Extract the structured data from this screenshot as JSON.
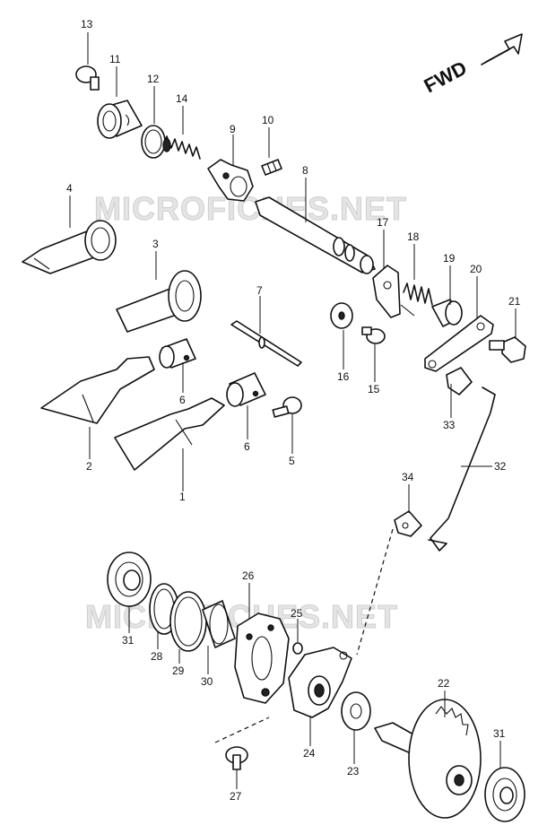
{
  "direction": {
    "text": "FWD"
  },
  "watermarks": [
    "MICROFICHES.NET",
    "MICROFICHES.NET"
  ],
  "callouts": [
    {
      "id": "c1",
      "label": "1"
    },
    {
      "id": "c2",
      "label": "2"
    },
    {
      "id": "c3",
      "label": "3"
    },
    {
      "id": "c4",
      "label": "4"
    },
    {
      "id": "c5",
      "label": "5"
    },
    {
      "id": "c6a",
      "label": "6"
    },
    {
      "id": "c6b",
      "label": "6"
    },
    {
      "id": "c7",
      "label": "7"
    },
    {
      "id": "c8",
      "label": "8"
    },
    {
      "id": "c9",
      "label": "9"
    },
    {
      "id": "c10",
      "label": "10"
    },
    {
      "id": "c11",
      "label": "11"
    },
    {
      "id": "c12",
      "label": "12"
    },
    {
      "id": "c13",
      "label": "13"
    },
    {
      "id": "c14",
      "label": "14"
    },
    {
      "id": "c15",
      "label": "15"
    },
    {
      "id": "c16",
      "label": "16"
    },
    {
      "id": "c17",
      "label": "17"
    },
    {
      "id": "c18",
      "label": "18"
    },
    {
      "id": "c19",
      "label": "19"
    },
    {
      "id": "c20",
      "label": "20"
    },
    {
      "id": "c21",
      "label": "21"
    },
    {
      "id": "c22",
      "label": "22"
    },
    {
      "id": "c23",
      "label": "23"
    },
    {
      "id": "c24",
      "label": "24"
    },
    {
      "id": "c25",
      "label": "25"
    },
    {
      "id": "c26",
      "label": "26"
    },
    {
      "id": "c27",
      "label": "27"
    },
    {
      "id": "c28",
      "label": "28"
    },
    {
      "id": "c29",
      "label": "29"
    },
    {
      "id": "c30",
      "label": "30"
    },
    {
      "id": "c31a",
      "label": "31"
    },
    {
      "id": "c31b",
      "label": "31"
    },
    {
      "id": "c32",
      "label": "32"
    },
    {
      "id": "c33",
      "label": "33"
    },
    {
      "id": "c34",
      "label": "34"
    }
  ]
}
